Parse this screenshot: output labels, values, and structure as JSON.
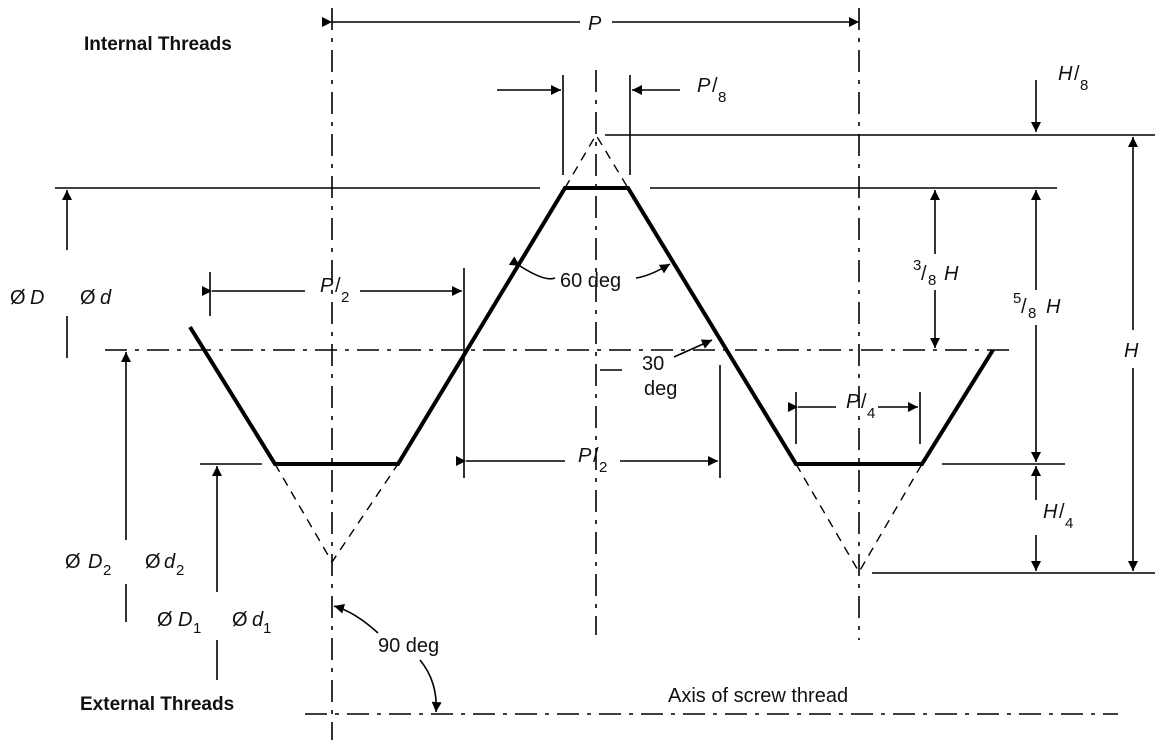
{
  "title_internal": "Internal Threads",
  "title_external": "External Threads",
  "pitch": {
    "P": "P"
  },
  "fractions": {
    "P8_P": "P",
    "P8_den": "8",
    "H8_H": "H",
    "H8_den": "8",
    "P2_P": "P",
    "P2_den": "2",
    "P4_P": "P",
    "P4_den": "4",
    "H4_H": "H",
    "H4_den": "4",
    "threeEighth_num": "3",
    "threeEighth_den": "8",
    "threeEighth_H": "H",
    "fiveEighth_num": "5",
    "fiveEighth_den": "8",
    "fiveEighth_H": "H"
  },
  "H": "H",
  "angles": {
    "sixty": "60 deg",
    "thirty_line1": "30",
    "thirty_line2": "deg",
    "ninety": "90 deg"
  },
  "diameters": {
    "D_sym": "Ø",
    "D": "D",
    "d_sym": "Ø",
    "d": "d",
    "D2_sym": "Ø",
    "D2": "D",
    "D2_sub": "2",
    "d2_sym": "Ø",
    "d2": "d",
    "d2_sub": "2",
    "D1_sym": "Ø",
    "D1": "D",
    "D1_sub": "1",
    "d1_sym": "Ø",
    "d1": "d",
    "d1_sub": "1"
  },
  "axis_label": "Axis of screw thread"
}
